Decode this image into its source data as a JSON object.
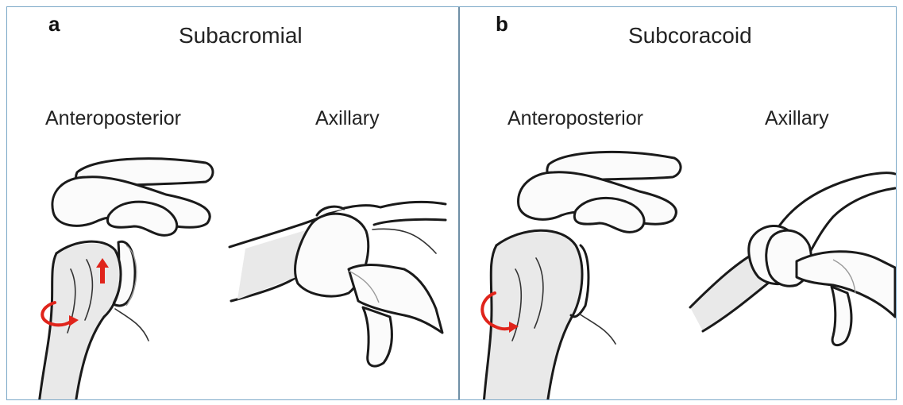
{
  "panel_a": {
    "letter": "a",
    "title": "Subacromial",
    "view_left": "Anteroposterior",
    "view_right": "Axillary"
  },
  "panel_b": {
    "letter": "b",
    "title": "Subcoracoid",
    "view_left": "Anteroposterior",
    "view_right": "Axillary"
  },
  "colors": {
    "arrow": "#e0241b",
    "frame_border": "#7aa7c7",
    "divider": "#6f8fa6"
  }
}
